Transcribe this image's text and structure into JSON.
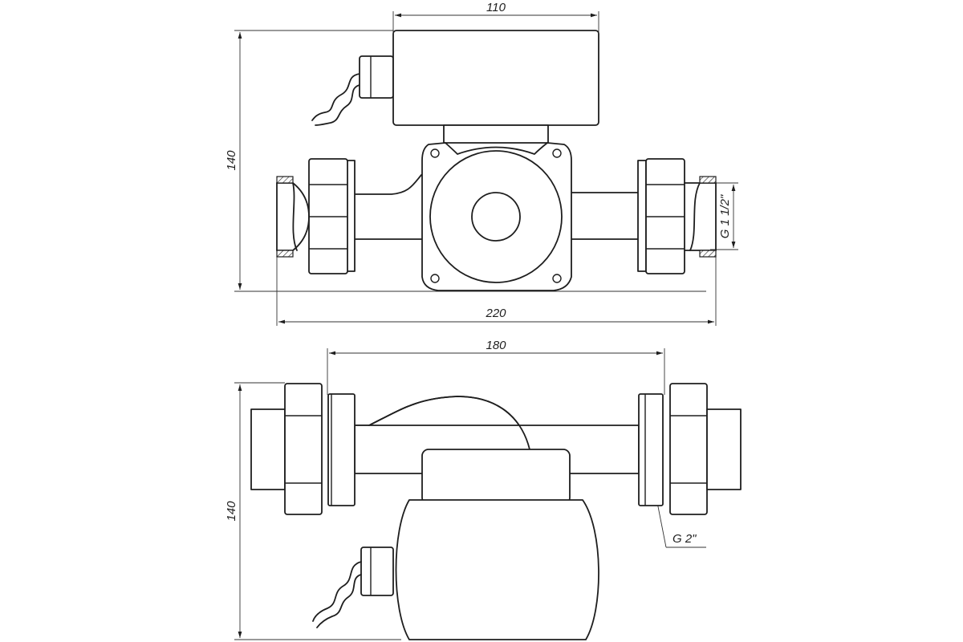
{
  "drawing": {
    "top_view": {
      "dim_motor_width": "110",
      "dim_height": "140",
      "dim_overall_length": "220",
      "thread_left_right": "G 1 1/2\""
    },
    "bottom_view": {
      "dim_flange_distance": "180",
      "dim_height": "140",
      "thread_union": "G 2\""
    },
    "colors": {
      "line": "#1e1e1e",
      "background": "#ffffff"
    }
  }
}
